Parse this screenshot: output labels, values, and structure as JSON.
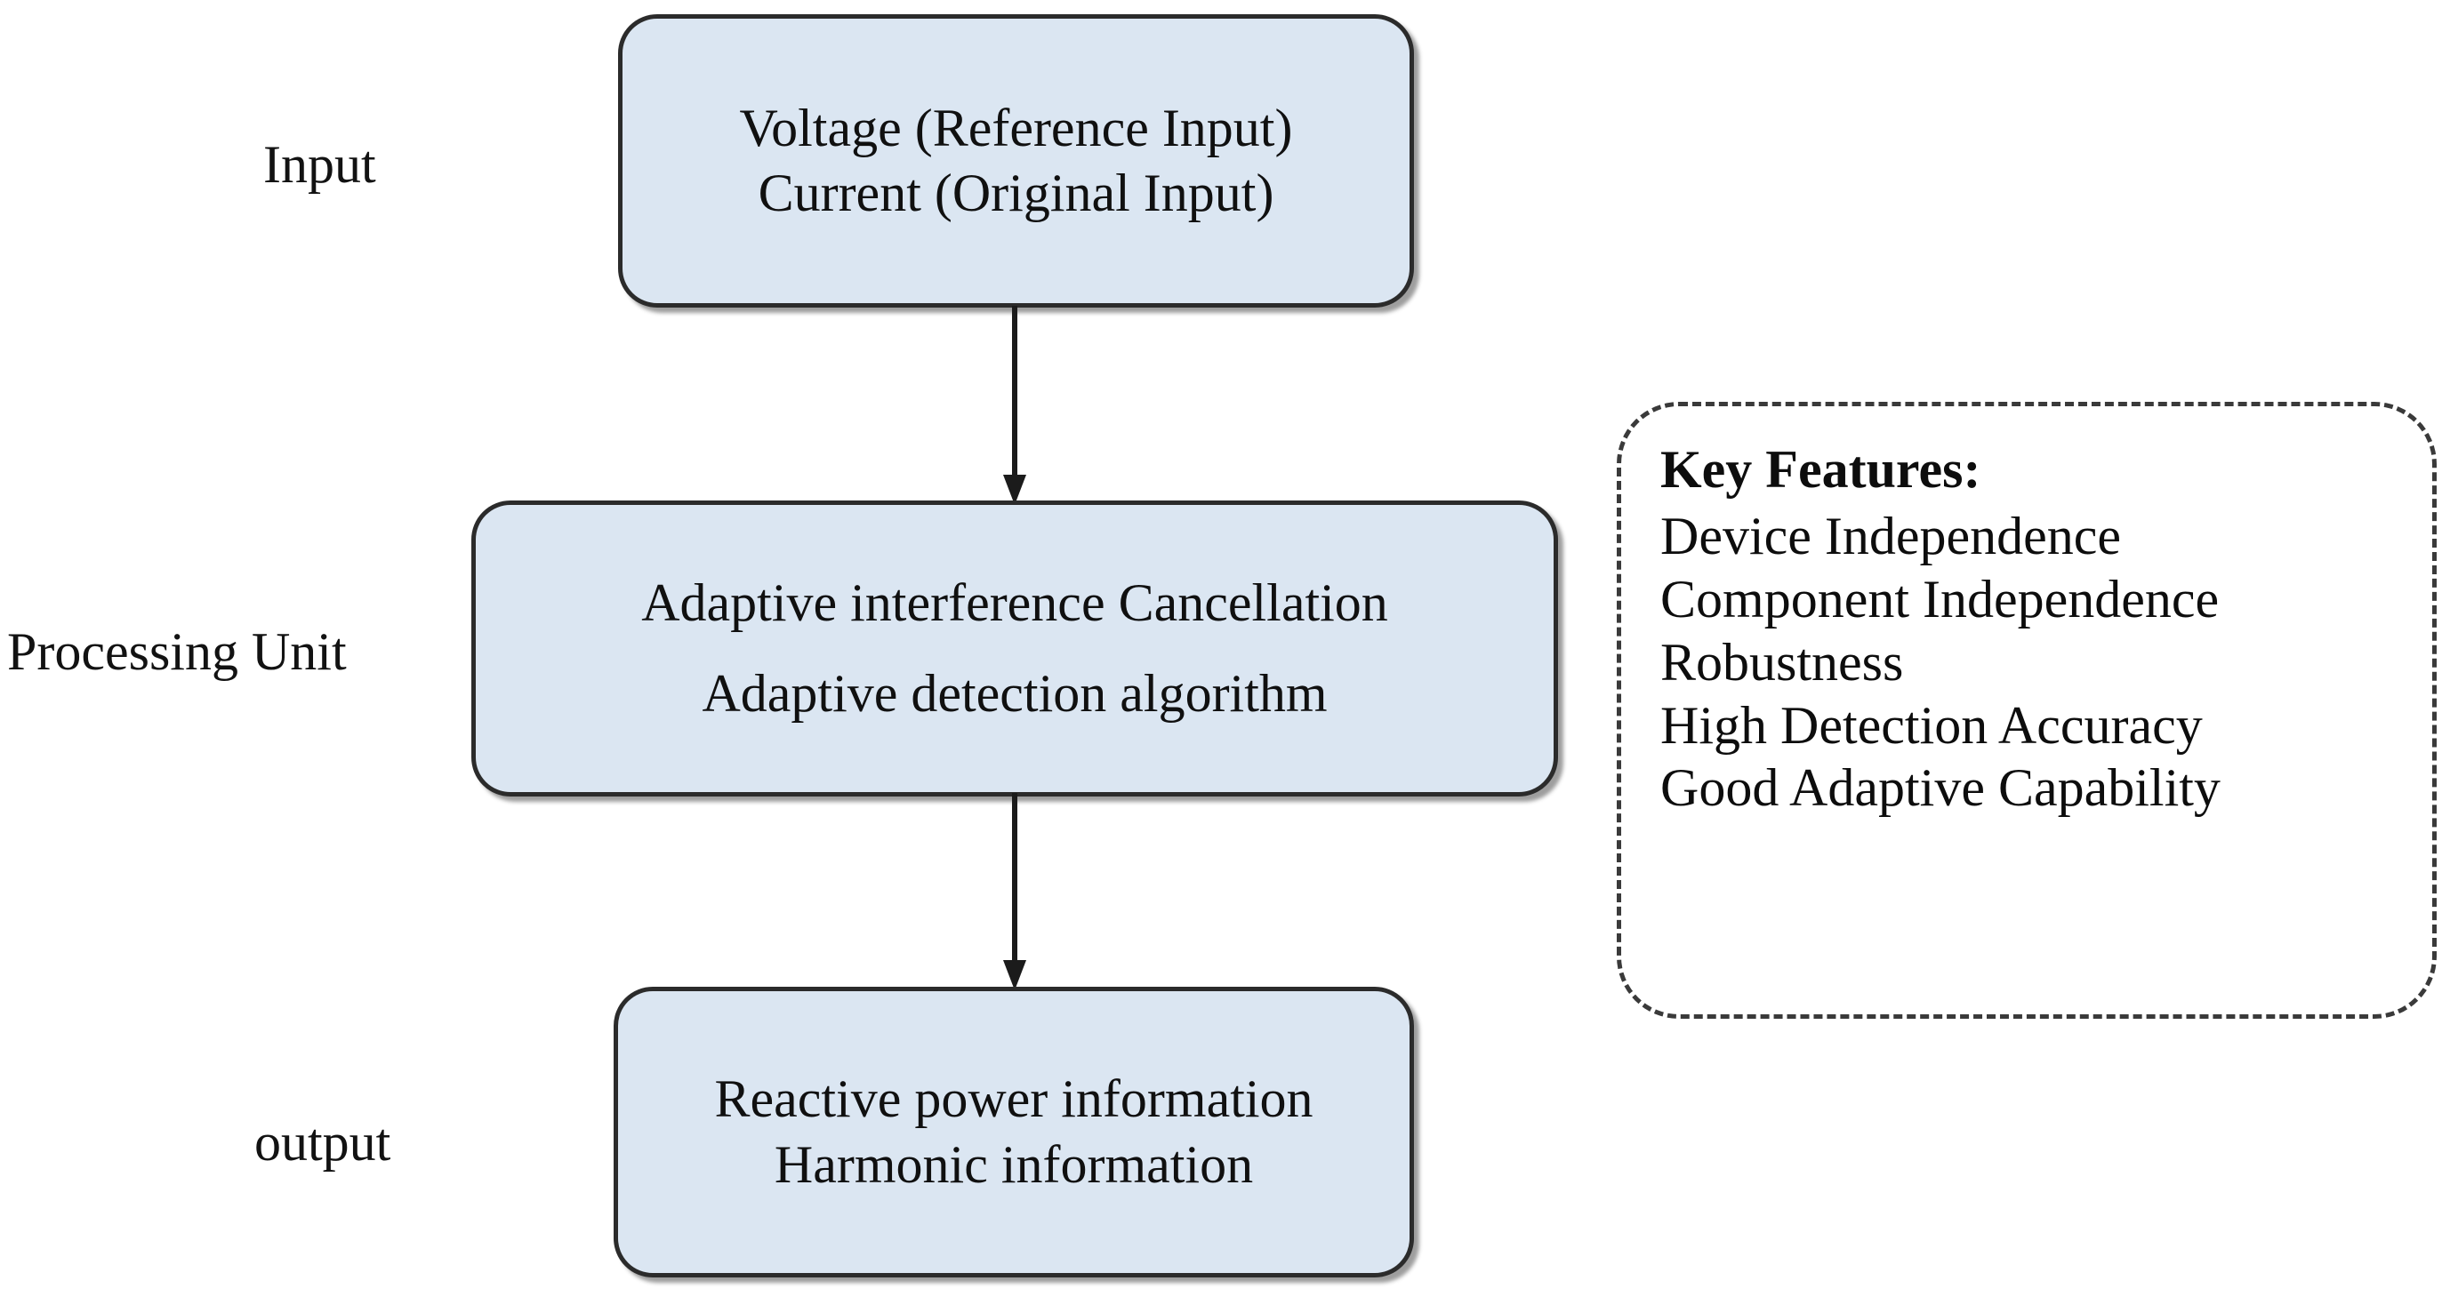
{
  "diagram": {
    "stage_labels": {
      "input": "Input",
      "processing": "Processing Unit",
      "output": "output"
    },
    "boxes": {
      "input": {
        "line1": "Voltage (Reference Input)",
        "line2": "Current (Original Input)"
      },
      "processing": {
        "line1": "Adaptive interference Cancellation",
        "line2": "Adaptive detection algorithm"
      },
      "output": {
        "line1": "Reactive power information",
        "line2": "Harmonic information"
      }
    },
    "key_features": {
      "title": "Key Features:",
      "items": [
        "Device Independence",
        "Component Independence",
        "Robustness",
        "High Detection Accuracy",
        "Good Adaptive Capability"
      ]
    },
    "colors": {
      "box_fill": "#dbe6f2",
      "box_border": "#2b2b2b",
      "text": "#0d0d0d",
      "arrow": "#1b1b1b",
      "callout_border": "#3a3a3a",
      "background": "#ffffff"
    }
  }
}
